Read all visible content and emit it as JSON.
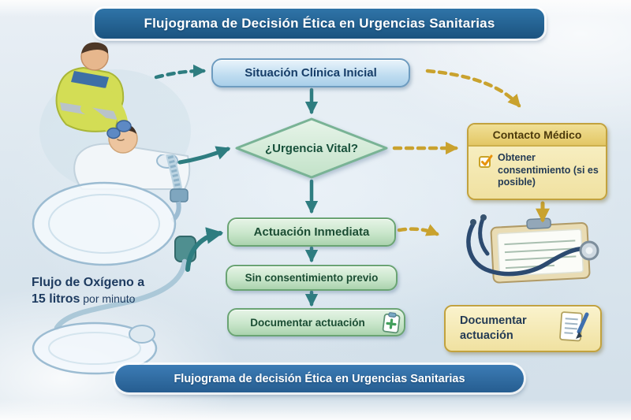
{
  "header": {
    "title": "Flujograma de Decisión Ética en Urgencias Sanitarias"
  },
  "footer": {
    "title": "Flujograma de decisión Ética en Urgencias Sanitarias"
  },
  "flow": {
    "initial": {
      "label": "Situación Clínica Inicial"
    },
    "decision": {
      "label": "¿Urgencia Vital?"
    },
    "contact": {
      "title": "Contacto Médico",
      "body": "Obtener consentimiento (si es posible)"
    },
    "action": {
      "label": "Actuación Inmediata"
    },
    "no_consent": {
      "label": "Sin consentimiento previo"
    },
    "document": {
      "label": "Documentar actuación"
    },
    "document_side": {
      "label": "Documentar actuación"
    }
  },
  "annotations": {
    "oxygen_flow_line1": "Flujo de Oxígeno a",
    "oxygen_flow_amount": "15 litros",
    "oxygen_flow_unit": " por minuto"
  },
  "icons": {
    "contact_checkbox": "checkbox-check-icon",
    "document_clipboard": "clipboard-cross-icon",
    "document_side_paper_pen": "paper-pen-icon"
  },
  "illustrations": {
    "paramedic": "paramedic-attending-patient",
    "oxygen": "oxygen-bag-and-tubing",
    "stethoscope": "stethoscope-on-clipboard"
  },
  "colors": {
    "header_bg": "#1d5c8f",
    "footer_bg": "#2d6ca3",
    "node_blue_fill": "#cfe4f4",
    "node_blue_border": "#6e9cc0",
    "diamond_fill": "#d9ecdc",
    "diamond_border": "#79b395",
    "node_green_fill": "#c9e6cb",
    "node_green_border": "#6aa473",
    "panel_yellow_fill": "#f7efc3",
    "panel_yellow_header": "#e9d47e",
    "panel_yellow_border": "#c2a23e",
    "arrow_teal": "#2e7d80",
    "arrow_gold": "#c9a22e",
    "text_dark": "#1d3a5f"
  }
}
